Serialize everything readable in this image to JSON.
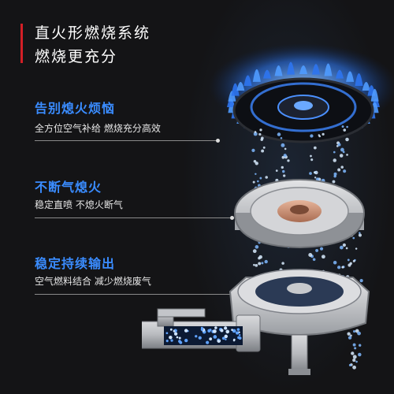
{
  "colors": {
    "accent": "#d31f26",
    "blue": "#3a8cff",
    "background": "#141416"
  },
  "headline": {
    "line1": "直火形燃烧系统",
    "line2": "燃烧更充分"
  },
  "features": [
    {
      "title": "告别熄火烦恼",
      "desc": "全方位空气补给 燃烧充分高效"
    },
    {
      "title": "不断气熄火",
      "desc": "稳定直喷 不熄火断气"
    },
    {
      "title": "稳定持续输出",
      "desc": "空气燃料结合 减少燃烧废气"
    }
  ]
}
